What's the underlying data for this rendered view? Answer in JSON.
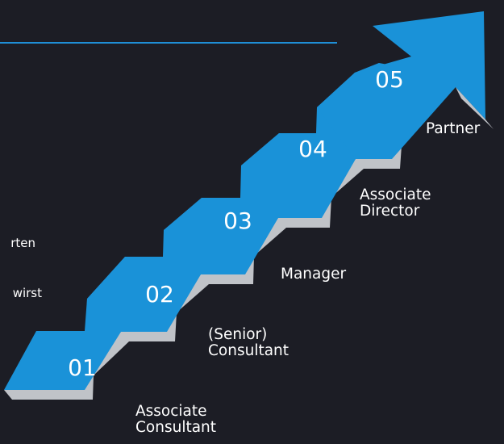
{
  "colors": {
    "background": "#1c1d25",
    "rule": "#1f8fd6",
    "step_top": "#1a92d8",
    "step_riser": "#3a6ea5",
    "step_shadow": "#c0c3c8",
    "text": "#ffffff"
  },
  "side_text": [
    {
      "text": "rten"
    },
    {
      "text": "wirst"
    }
  ],
  "steps": [
    {
      "number": "01",
      "label_lines": [
        "Associate",
        "Consultant"
      ]
    },
    {
      "number": "02",
      "label_lines": [
        "(Senior)",
        "Consultant"
      ]
    },
    {
      "number": "03",
      "label_lines": [
        "Manager"
      ]
    },
    {
      "number": "04",
      "label_lines": [
        "Associate",
        "Director"
      ]
    },
    {
      "number": "05",
      "label_lines": [
        "Partner"
      ]
    }
  ]
}
